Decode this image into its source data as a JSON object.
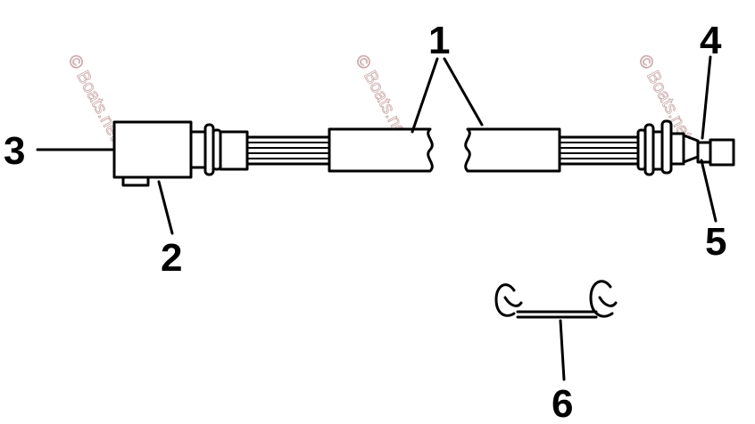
{
  "callouts": {
    "c1": "1",
    "c2": "2",
    "c3": "3",
    "c4": "4",
    "c5": "5",
    "c6": "6"
  },
  "watermark": "© Boats.net",
  "colors": {
    "line": "#000000",
    "watermark": "#c9a6a6",
    "background": "#ffffff"
  }
}
